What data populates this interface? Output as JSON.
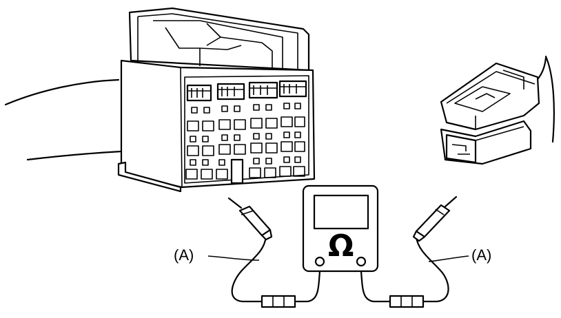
{
  "labels": {
    "lead_left": "(A)",
    "lead_right": "(A)",
    "ohm_symbol": "Ω"
  },
  "colors": {
    "line": "#000000",
    "background": "#ffffff"
  },
  "components": [
    "large-connector",
    "small-connector",
    "ohmmeter",
    "test-lead-left",
    "test-lead-right"
  ]
}
